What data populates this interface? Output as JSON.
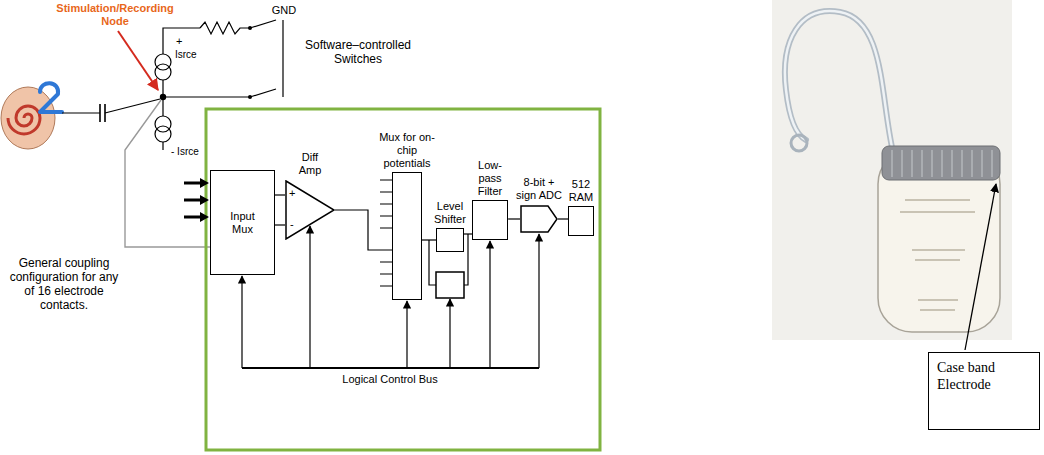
{
  "diagram": {
    "nodes": [
      {
        "text": [
          "Input Mux"
        ]
      },
      {
        "text": [
          "Diff Amp",
          "+",
          "-"
        ]
      },
      {
        "text": [
          "Mux for on-chip potentials"
        ]
      },
      {
        "text": [
          "Level Shifter"
        ]
      },
      {
        "text": [
          "Low-pass Filter"
        ]
      },
      {
        "text": [
          "8-bit + sign ADC"
        ]
      },
      {
        "text": [
          "512 RAM"
        ]
      },
      {
        "text": [
          "Case band Electrode"
        ]
      }
    ],
    "edges": [
      {
        "from": 0,
        "to": 1,
        "arrow": "none"
      },
      {
        "from": 0,
        "to": 1,
        "arrow": "none"
      },
      {
        "from": 1,
        "to": 2,
        "arrow": "none"
      },
      {
        "from": 2,
        "to": 3,
        "arrow": "none"
      },
      {
        "from": 3,
        "to": 4,
        "arrow": "none"
      },
      {
        "from": 4,
        "to": 5,
        "arrow": "none"
      },
      {
        "from": 5,
        "to": 6,
        "arrow": "none"
      }
    ],
    "labels": [
      "Stimulation/Recording Node",
      "GND",
      "Software–controlled Switches",
      "+",
      "Isrce",
      "- Isrce",
      "General coupling configuration for any of 16 electrode contacts.",
      "Logical Control Bus"
    ]
  }
}
